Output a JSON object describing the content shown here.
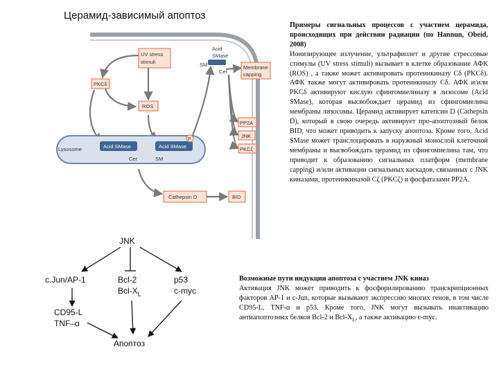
{
  "title": "Церамид-зависимый апоптоз",
  "figure": {
    "uv_stress": [
      "UV stress",
      "stimuli"
    ],
    "acid_smase_top": [
      "Acid",
      "SMase"
    ],
    "sm": "SM",
    "cer": "Cer",
    "membrane_capping": [
      "Membrane",
      "capping"
    ],
    "pkc_delta": "PKCδ",
    "ros": "ROS",
    "pp2a": "PP2A",
    "jnk": "JNK",
    "pkc_zeta": "PKCζ",
    "lysosome": "Lysosome",
    "acid_smase_a": "Acid SMase",
    "acid_smase_b": "Acid SMase",
    "p_mark": "P",
    "cer_low": "Cer",
    "sm_low": "SM",
    "cathepsin_d": "Cathepsin D",
    "bid": "BID"
  },
  "paragraph1": {
    "heading": "Примеры сигнальных процессов с участием церамида, происходящих при действии радиации (по Hannun, Obeid, 2008)",
    "body": "Ионизирующее излучение, ультрафиолет и другие стрессовые стимулы (UV stress stimuli) вызывает в клетке образование АФК (ROS) , а также может активировать протеинкиназу Cδ (PKCδ). АФК также могут активировать протеинкиназу Cδ. АФК и/или PKCδ активируют кислую сфингомиелиназу в лизосоме (Acid SMase), которая высвобождает церамид из сфингомиелина мембраны лизосомы. Церамид активирует катепсин D (Cathepsin D), который в свою очередь активирует про-апоптозный белок BID, что может приводить к запуску апоптоза. Кроме того, Acid SMase может транслоцировать в наружный монослой клеточной мембраны и высвобождать церамид из сфингомиелина там, что приводит к образованию сигнальных платформ (membrane capping) и/или активации сигнальных каскадов, связанных с JNK киназами, протеинкиназой Cζ (PKCζ) и фосфатазами PP2A."
  },
  "pathway": {
    "jnk": "JNK",
    "cjun": "c.Jun/AP-1",
    "bcl2": "Bcl-2",
    "bclxl_base": "Bcl-X",
    "bclxl_sub": "L",
    "p53": "p53",
    "cmyc": "c-myc",
    "cd95": "CD95-L",
    "tnf": "TNF–α",
    "apoptosis": "Апоптоз"
  },
  "paragraph2": {
    "heading": "Возможные пути индукции апоптоза с участием JNK киназ",
    "body_pre": "Активация JNK может приводить к фосфорилированию транскрипционных факторов AP-1 и c-Jun, которые вызывают экспрессию многих генов, в том числе CD95-L, TNF-α и p53. Кроме того, JNK могут вызывать инактивацию антиапоптозных белков Bcl-2 и Bcl-X",
    "body_sub": "L",
    "body_post": ", а также активацию c-myc."
  },
  "colors": {
    "box_fill": "#fde3d6",
    "box_stroke": "#e06a45",
    "arrow": "#7a7a7a",
    "lysosome_fill": "#d9e1ec",
    "lysosome_stroke": "#6f87a6",
    "enzyme_fill": "#3d6591",
    "cell_stroke": "#9aa0a6"
  }
}
